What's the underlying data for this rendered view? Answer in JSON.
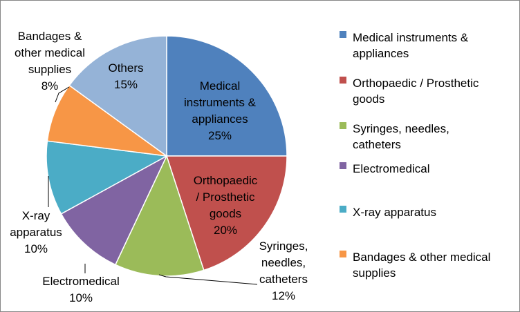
{
  "chart_data": {
    "type": "pie",
    "title": "",
    "slices": [
      {
        "label": "Medical instruments & appliances",
        "value": 25,
        "pct_text": "25%",
        "color": "#4F81BD",
        "label_lines": [
          "Medical",
          "instruments &",
          "appliances",
          "25%"
        ],
        "label_color": "#000000"
      },
      {
        "label": "Orthopaedic / Prosthetic goods",
        "value": 20,
        "pct_text": "20%",
        "color": "#C0504D",
        "label_lines": [
          "Orthopaedic",
          "/ Prosthetic",
          "goods",
          "20%"
        ],
        "label_color": "#000000"
      },
      {
        "label": "Syringes, needles, catheters",
        "value": 12,
        "pct_text": "12%",
        "color": "#9BBB59",
        "label_lines": [
          "Syringes,",
          "needles,",
          "catheters",
          "12%"
        ],
        "label_color": "#000000"
      },
      {
        "label": "Electromedical",
        "value": 10,
        "pct_text": "10%",
        "color": "#8064A2",
        "label_lines": [
          "Electromedical",
          "10%"
        ],
        "label_color": "#000000"
      },
      {
        "label": "X-ray apparatus",
        "value": 10,
        "pct_text": "10%",
        "color": "#4BACC6",
        "label_lines": [
          "X-ray",
          "apparatus",
          "10%"
        ],
        "label_color": "#000000"
      },
      {
        "label": "Bandages & other medical supplies",
        "value": 8,
        "pct_text": "8%",
        "color": "#F79646",
        "label_lines": [
          "Bandages &",
          "other medical",
          "supplies",
          "8%"
        ],
        "label_color": "#000000"
      },
      {
        "label": "Others",
        "value": 15,
        "pct_text": "15%",
        "color": "#95B3D7",
        "label_lines": [
          "Others",
          "15%"
        ],
        "label_color": "#000000"
      }
    ],
    "legend": {
      "placement": "right",
      "entries": [
        {
          "lines": [
            "Medical instruments &",
            "appliances"
          ],
          "color": "#4F81BD"
        },
        {
          "lines": [
            "Orthopaedic / Prosthetic",
            "goods"
          ],
          "color": "#C0504D"
        },
        {
          "lines": [
            "Syringes, needles,",
            "catheters"
          ],
          "color": "#9BBB59"
        },
        {
          "lines": [
            "Electromedical"
          ],
          "color": "#8064A2"
        },
        {
          "lines": [
            "X-ray apparatus"
          ],
          "color": "#4BACC6"
        },
        {
          "lines": [
            "Bandages & other medical",
            "supplies"
          ],
          "color": "#F79646"
        }
      ]
    }
  }
}
